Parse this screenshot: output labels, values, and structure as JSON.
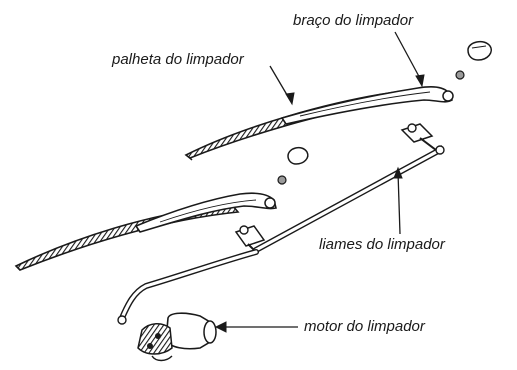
{
  "labels": {
    "arm": "braço do limpador",
    "blade": "palheta do limpador",
    "linkage": "liames do limpador",
    "motor": "motor do limpador"
  },
  "colors": {
    "ink": "#1a1a1a",
    "paper": "#ffffff",
    "shade": "#9a9a9a"
  }
}
